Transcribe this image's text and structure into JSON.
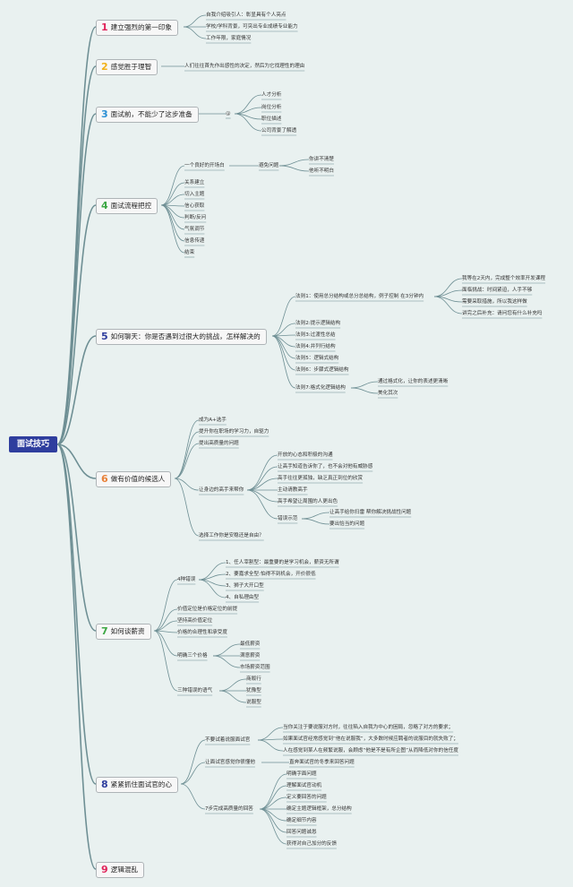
{
  "root": "面试技巧",
  "colors": {
    "root_bg": "#2f3e9e",
    "edge": "#6e8f94"
  },
  "topics": [
    {
      "num": "1",
      "label": "建立强烈的第一印象",
      "num_color": "#e0245b",
      "children": [
        "自我介绍吸引人：彰显具有个人亮点",
        "学校/学科背景，可突出专业成绩专业能力",
        "工作年限，家庭情况"
      ]
    },
    {
      "num": "2",
      "label": "感觉胜于理智",
      "num_color": "#f2b118",
      "children": [
        "人们往往首先作出感性的决定，然后为它找理性的理由"
      ]
    },
    {
      "num": "3",
      "label": "面试前，不能少了这步准备",
      "num_color": "#2a8fd4",
      "mid": "@",
      "children": [
        "人才分析",
        "岗位分析",
        "职位描述",
        "公司背景了解透"
      ]
    },
    {
      "num": "4",
      "label": "面试流程把控",
      "num_color": "#3da744",
      "children": [
        "一个良好的开场白",
        "关系建立",
        "切入主题",
        "信心获取",
        "判断/反问",
        "气氛调节",
        "信息传递",
        "结束"
      ],
      "opening_child": "避免问题",
      "opening_leaves": [
        "你讲不清楚",
        "他听不明白"
      ]
    },
    {
      "num": "5",
      "label": "如何聊天：你是否遇到过很大的挑战，怎样解决的",
      "num_color": "#2f3e9e",
      "children": [
        "法则1：使用总分结构或总分总结构，例子控制 在3分钟内",
        "法则2:提示逻辑结构",
        "法则3:过渡性总结",
        "法则4:并列行结构",
        "法则5：逻辑式结构",
        "法则6：步骤式逻辑结构",
        "法则7:格式化逻辑结构"
      ],
      "rule1_leaves": [
        "我等在2天内，完成整个效率开发课程",
        "面临挑战：时间紧迫，人手不够",
        "需要采取措施，所以我这样做",
        "讲完之后补充：请问您有什么补充吗"
      ],
      "rule7_leaves": [
        "通过格式化，让你的表述更清晰",
        "美化其次"
      ]
    },
    {
      "num": "6",
      "label": "做有价值的候选人",
      "num_color": "#e8823a",
      "children": [
        "成为A+选手",
        "提升你在职场的学习力，自驱力",
        "提出高质量的问题",
        "让身边的高手来帮你",
        "选择工作你是安稳还是自由？"
      ],
      "helper_leaves": [
        "开放的心态和积极的沟通",
        "让高手知道告诉你了，也不会对他有威胁感",
        "高手往往更孤独，缺乏真正到位的欣赏",
        "主动请教高手",
        "高手希望让周围的人更出色",
        "错误示范"
      ],
      "wrong_leaves": [
        "让高手给你扫雷 帮你解决挑战性问题",
        "要出恰当的问题"
      ]
    },
    {
      "num": "7",
      "label": "如何谈薪资",
      "num_color": "#3da744",
      "children": [
        "4种错误",
        "价值定位是价格定位的前提",
        "坚持高价值定位",
        "价格的合理性和承受度",
        "明确三个价格",
        "三种错误的语气"
      ],
      "error_leaves": [
        "1、任人宰割型：最重要的是学习机会，薪资无所谓",
        "2、要嘉求全型:怕得不到机会，开价很低",
        "3、狮子大开口型",
        "4、自私理由型"
      ],
      "price_leaves": [
        "最低薪资",
        "满意薪资",
        "市场薪资范围"
      ],
      "tone_leaves": [
        "商贩行",
        "犹豫型",
        "说服型"
      ]
    },
    {
      "num": "8",
      "label": "紧紧抓住面试官的心",
      "num_color": "#2f3e9e",
      "children": [
        "不要试着说服面试官",
        "让面试官感觉你很懂他",
        "7步完成高质量的回答"
      ],
      "persuade_leaves": [
        "当你关注于要说服对方时，往往陷入自我为中心的困局，忽略了对方的要求；",
        "如果面试官经常感觉到“他在说服我”，大多数时候应聘者的说服目的就失败了；",
        "人在感觉到某人在频繁说服，会顾虑“他是不是有所企图”从而降低对你的信任度"
      ],
      "understand_leaf": "直奔面试官的冬季来回答问题",
      "steps_leaves": [
        "明确字面问题",
        "理解面试官动机",
        "定义要回答的问题",
        "确定主题逻辑框架，总分结构",
        "确定细节内容",
        "回答问题诚恳",
        "获得对自己加分的反馈"
      ]
    },
    {
      "num": "9",
      "label": "逻辑混乱",
      "num_color": "#e0245b",
      "children": []
    }
  ]
}
